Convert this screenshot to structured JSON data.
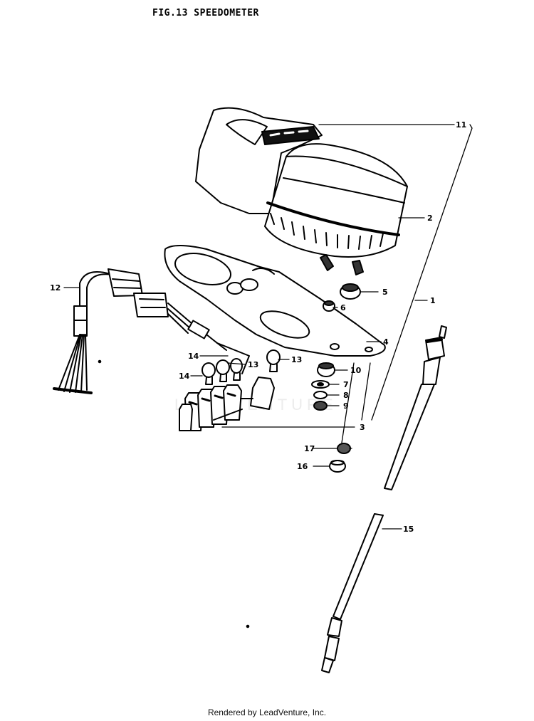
{
  "title": "FIG.13  SPEEDOMETER",
  "footer": "Rendered by LeadVenture, Inc.",
  "watermark": "LEADVENTURE",
  "callouts": {
    "c1": "1",
    "c2": "2",
    "c3": "3",
    "c4": "4",
    "c5": "5",
    "c6": "6",
    "c7": "7",
    "c8": "8",
    "c9": "9",
    "c10": "10",
    "c11": "11",
    "c12": "12",
    "c13a": "13",
    "c13b": "13",
    "c14a": "14",
    "c14b": "14",
    "c15": "15",
    "c16": "16",
    "c17": "17"
  }
}
